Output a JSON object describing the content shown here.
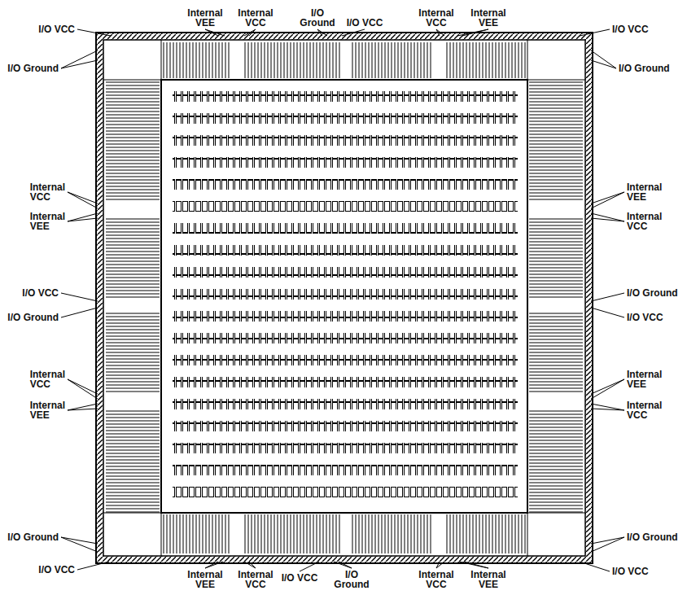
{
  "diagram": {
    "labels": [
      "I/O VCC",
      "Internal VEE",
      "Internal VCC",
      "I/O Ground",
      "I/O VCC",
      "Internal VCC",
      "Internal VEE",
      "I/O VCC",
      "I/O Ground",
      "I/O Ground",
      "Internal VCC",
      "Internal VEE",
      "I/O VCC",
      "I/O Ground",
      "Internal VCC",
      "Internal VEE",
      "I/O Ground",
      "Internal VEE",
      "Internal VCC",
      "I/O Ground",
      "I/O VCC",
      "Internal VEE",
      "Internal VCC",
      "I/O Ground",
      "I/O VCC",
      "Internal VEE",
      "Internal VCC",
      "I/O VCC",
      "I/O Ground",
      "Internal VCC",
      "Internal VEE",
      "I/O VCC"
    ]
  }
}
